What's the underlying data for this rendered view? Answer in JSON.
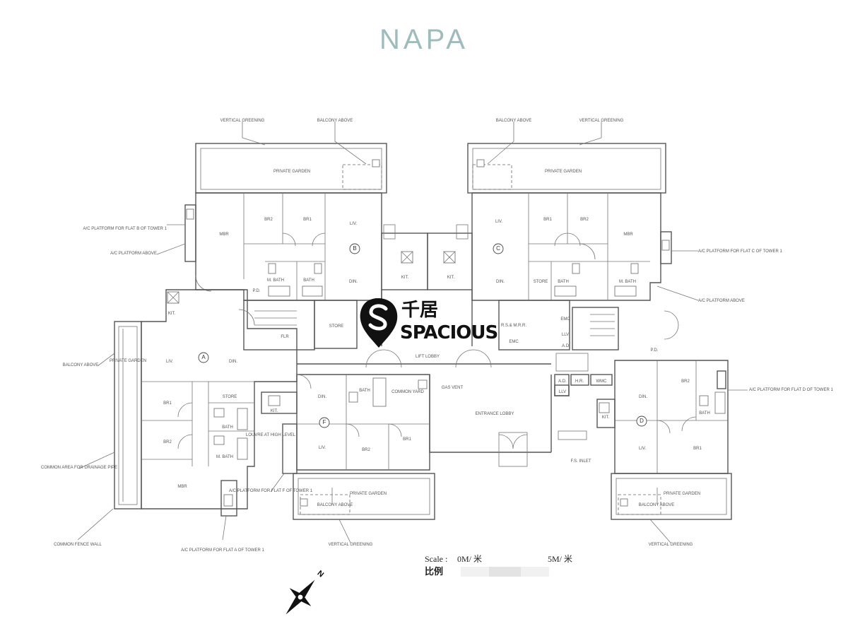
{
  "title": "NAPA",
  "subtitle_lines": [
    "",
    ""
  ],
  "watermark": {
    "zh": "千居",
    "en": "SPACIOUS"
  },
  "scale": {
    "label_en": "Scale :",
    "label_zh": "比例",
    "start": "0M/ 米",
    "end": "5M/ 米"
  },
  "north_label": "N",
  "flats": [
    "A",
    "B",
    "C",
    "D",
    "F"
  ],
  "rooms": {
    "b_garden": "PRIVATE GARDEN",
    "b_br2": "BR2",
    "b_br1": "BR1",
    "b_mbr": "MBR",
    "b_liv": "LIV.",
    "b_din": "DIN.",
    "b_mbath": "M. BATH",
    "b_bath": "BATH",
    "b_pd": "P.D.",
    "b_kit": "KIT.",
    "b_flr": "FLR",
    "c_garden": "PRIVATE GARDEN",
    "c_br1": "BR1",
    "c_br2": "BR2",
    "c_mbr": "MBR",
    "c_liv": "LIV.",
    "c_din": "DIN.",
    "c_store": "STORE",
    "c_bath": "BATH",
    "c_mbath": "M. BATH",
    "c_kit": "KIT.",
    "a_kit": "KIT.",
    "a_liv": "LIV.",
    "a_din": "DIN.",
    "a_store": "STORE",
    "a_br1": "BR1",
    "a_br2": "BR2",
    "a_bath": "BATH",
    "a_mbath": "M. BATH",
    "a_mbr": "MBR",
    "a_garden": "PRIVATE GARDEN",
    "store_mid": "STORE",
    "lift_lobby": "LIFT LOBBY",
    "entrance_lobby": "ENTRANCE LOBBY",
    "f_din": "DIN.",
    "f_liv": "LIV.",
    "f_kit": "KIT.",
    "f_bath": "BATH",
    "f_br2": "BR2",
    "f_br1": "BR1",
    "common_yard": "COMMON YARD",
    "gas_vent": "GAS VENT",
    "d_br2": "BR2",
    "d_br1": "BR1",
    "d_liv": "LIV.",
    "d_din": "DIN.",
    "d_kit": "KIT.",
    "d_bath": "BATH",
    "rs_mrr": "R.S.& M.R.R.",
    "emc": "EMC",
    "emc2": "EMC",
    "llv": "LLV",
    "llv2": "LLV",
    "ad": "A.D.",
    "ad2": "A.D.",
    "hr": "H.R.",
    "wmc": "WMC",
    "pd2": "P.D.",
    "fs_inlet": "F.S. INLET",
    "louvre": "LOUVRE AT HIGH LEVEL",
    "f_garden": "PRIVATE GARDEN",
    "d_garden": "PRIVATE GARDEN"
  },
  "callouts": {
    "vg_tl": "VERTICAL GREENING",
    "balc_tl": "BALCONY ABOVE",
    "balc_tr": "BALCONY ABOVE",
    "vg_tr": "VERTICAL GREENING",
    "ac_b": "A/C PLATFORM FOR FLAT B OF TOWER 1",
    "ac_above_l": "A/C PLATFORM ABOVE",
    "ac_c": "A/C PLATFORM FOR FLAT C OF TOWER 1",
    "ac_above_r": "A/C PLATFORM ABOVE",
    "balc_left": "BALCONY ABOVE",
    "common_drain": "COMMON AREA FOR DRAINAGE PIPE",
    "ac_d": "A/C PLATFORM FOR FLAT D OF TOWER 1",
    "ac_f": "A/C PLATFORM FOR FLAT F OF TOWER 1",
    "balc_f": "BALCONY ABOVE",
    "balc_d": "BALCONY ABOVE",
    "fence": "COMMON FENCE WALL",
    "ac_a": "A/C PLATFORM FOR FLAT A OF TOWER 1",
    "vg_bl": "VERTICAL GREENING",
    "vg_br": "VERTICAL GREENING"
  },
  "colors": {
    "title": "#9fbcbc",
    "line": "#555555",
    "brand": "#111111"
  }
}
